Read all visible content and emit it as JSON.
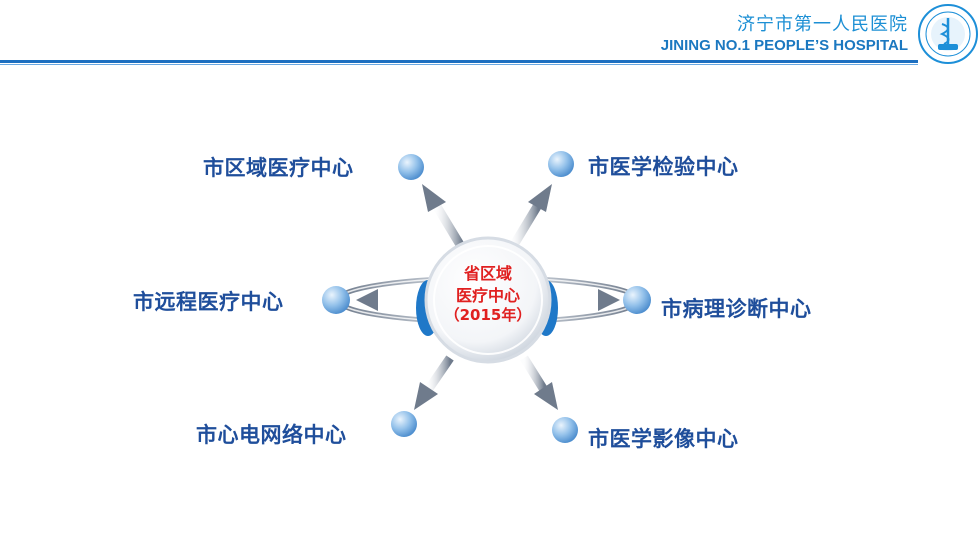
{
  "header": {
    "hospital_name_cn": "济宁市第一人民医院",
    "hospital_name_en": "JINING NO.1 PEOPLE’S HOSPITAL"
  },
  "center": {
    "line1": "省区域",
    "line2": "医疗中心",
    "line3": "（2015年）"
  },
  "nodes": [
    {
      "label": "市区域医疗中心"
    },
    {
      "label": "市医学检验中心"
    },
    {
      "label": "市远程医疗中心"
    },
    {
      "label": "市病理诊断中心"
    },
    {
      "label": "市心电网络中心"
    },
    {
      "label": "市医学影像中心"
    }
  ],
  "colors": {
    "brand_blue": "#1d6fc0",
    "label_blue": "#1f4e9b",
    "center_red": "#e02020",
    "ball_blue": "#8fbde8"
  }
}
